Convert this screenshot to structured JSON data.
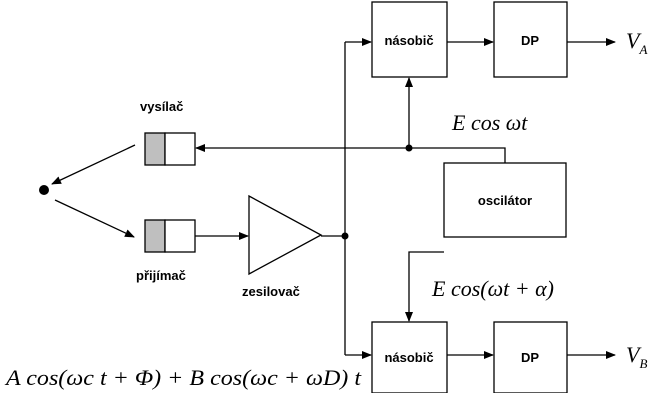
{
  "blocks": {
    "multiplier_top": "násobič",
    "multiplier_bottom": "násobič",
    "lpf_top": "DP",
    "lpf_bottom": "DP",
    "oscillator": "oscilátor",
    "transmitter": "vysílač",
    "receiver": "přijímač",
    "amplifier": "zesilovač"
  },
  "outputs": {
    "top": "V",
    "top_sub": "A",
    "bottom": "V",
    "bottom_sub": "B"
  },
  "formulas": {
    "ref_signal": "E cos ωt",
    "ref_signal_shifted": "E cos(ωt + α)",
    "received_signal": "A cos(ωc t + Φ) + B cos(ωc + ωD) t"
  },
  "colors": {
    "line": "#000000",
    "antenna_fill": "#bfbfbf",
    "background": "#ffffff"
  }
}
